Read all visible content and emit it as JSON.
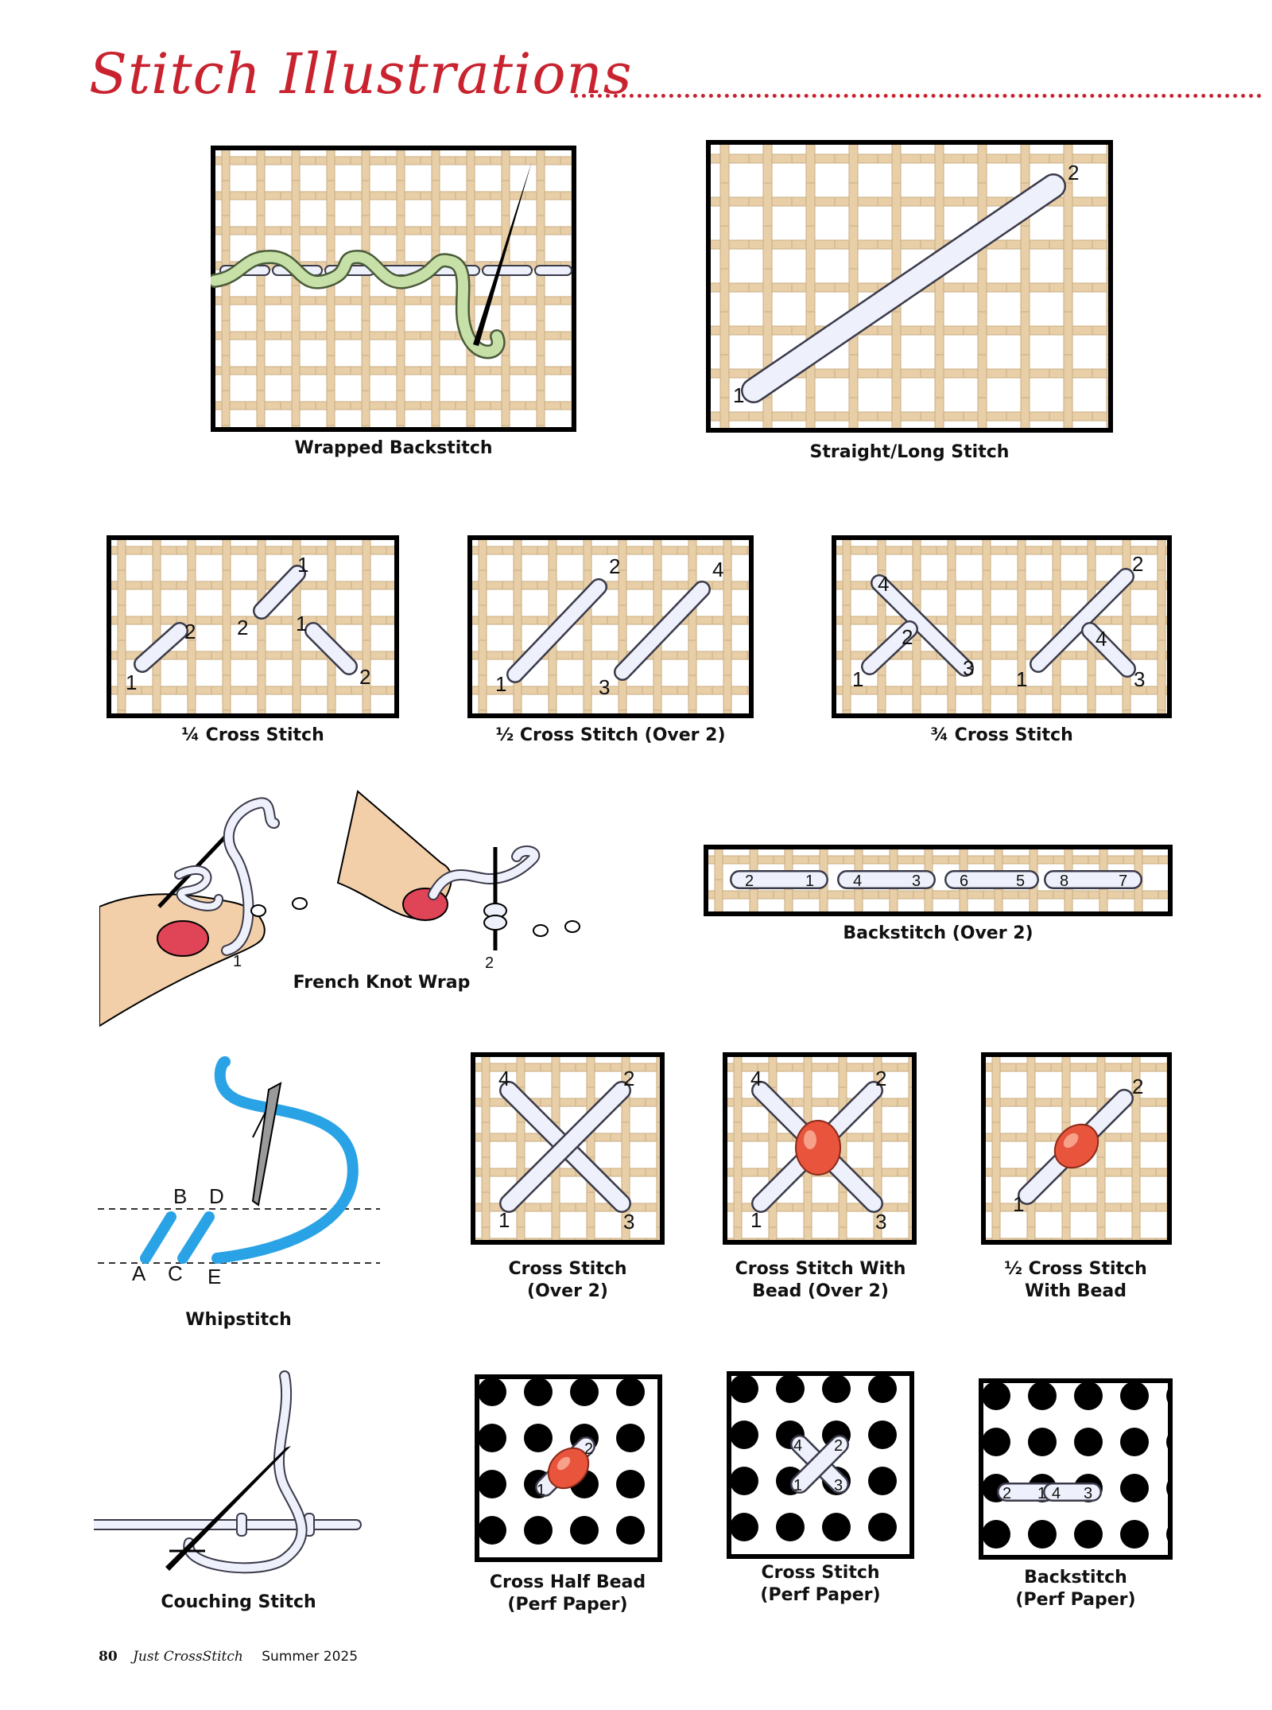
{
  "page_title": "Stitch Illustrations",
  "footer": {
    "page_number": "80",
    "magazine": "Just CrossStitch",
    "issue": "Summer 2025"
  },
  "captions": {
    "wrapped_backstitch": "Wrapped Backstitch",
    "straight_long": "Straight/Long Stitch",
    "quarter_cross": "¼ Cross Stitch",
    "half_cross": "½ Cross Stitch (Over 2)",
    "three_quarter_cross": "¾ Cross Stitch",
    "french_knot": "French Knot Wrap",
    "backstitch_over2": "Backstitch (Over 2)",
    "whipstitch": "Whipstitch",
    "cross_over2_l1": "Cross Stitch",
    "cross_over2_l2": "(Over 2)",
    "cross_bead_l1": "Cross Stitch With",
    "cross_bead_l2": "Bead (Over 2)",
    "half_bead_l1": "½ Cross Stitch",
    "half_bead_l2": "With Bead",
    "couching": "Couching Stitch",
    "cross_half_bead_perf_l1": "Cross Half Bead",
    "cross_half_bead_perf_l2": "(Perf Paper)",
    "cross_perf_l1": "Cross Stitch",
    "cross_perf_l2": "(Perf Paper)",
    "backstitch_perf_l1": "Backstitch",
    "backstitch_perf_l2": "(Perf Paper)"
  },
  "labels": {
    "n1": "1",
    "n2": "2",
    "n3": "3",
    "n4": "4",
    "n5": "5",
    "n6": "6",
    "n7": "7",
    "n8": "8",
    "A": "A",
    "B": "B",
    "C": "C",
    "D": "D",
    "E": "E"
  },
  "colors": {
    "title_red": "#c8232f",
    "canvas_tan": "#e8cfa8",
    "thread_white": "#eef1fb",
    "wrap_green": "#c7e0a8",
    "whip_blue": "#2aa3e6",
    "bead_red": "#e8543c",
    "nail_red": "#e04457",
    "skin": "#f3cfa9"
  }
}
